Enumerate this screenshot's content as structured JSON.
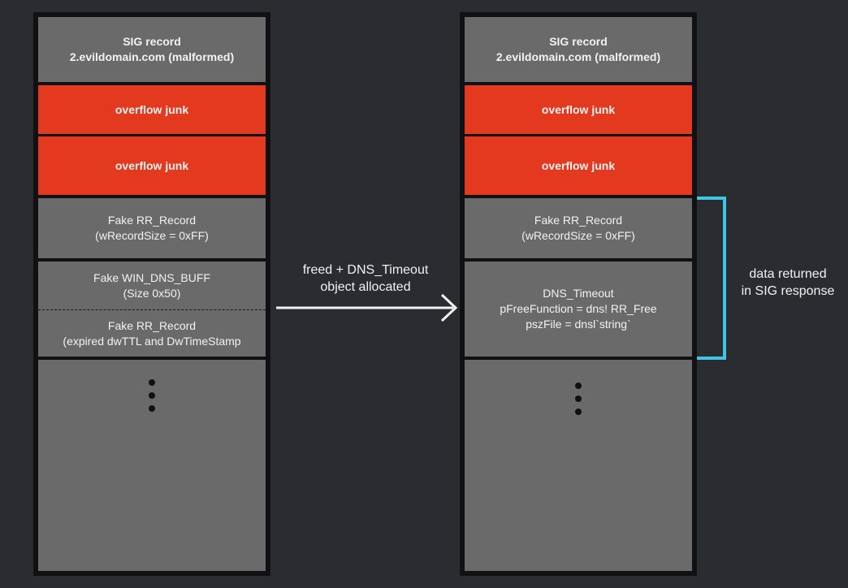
{
  "left_column": {
    "blocks": [
      {
        "lines": [
          "SIG record",
          "2.evildomain.com (malformed)"
        ]
      },
      {
        "lines": [
          "overflow junk"
        ]
      },
      {
        "lines": [
          "overflow junk"
        ]
      },
      {
        "lines": [
          "Fake RR_Record",
          "(wRecordSize = 0xFF)"
        ]
      },
      {
        "lines": [
          "Fake WIN_DNS_BUFF",
          "(Size 0x50)"
        ]
      },
      {
        "lines": [
          "Fake RR_Record",
          "(expired dwTTL and DwTimeStamp"
        ]
      }
    ]
  },
  "right_column": {
    "blocks": [
      {
        "lines": [
          "SIG record",
          "2.evildomain.com (malformed)"
        ]
      },
      {
        "lines": [
          "overflow junk"
        ]
      },
      {
        "lines": [
          "overflow junk"
        ]
      },
      {
        "lines": [
          "Fake RR_Record",
          "(wRecordSize = 0xFF)"
        ]
      },
      {
        "lines": [
          "DNS_Timeout",
          "pFreeFunction = dns! RR_Free",
          "pszFile = dnsl`string`"
        ]
      }
    ]
  },
  "arrow": {
    "lines": [
      "freed + DNS_Timeout",
      "object allocated"
    ]
  },
  "bracket_label": {
    "lines": [
      "data returned",
      "in SIG response"
    ]
  },
  "colors": {
    "background": "#2b2c30",
    "block_gray": "#6a6a6a",
    "block_red": "#e2391f",
    "bracket": "#3ec6e6",
    "arrow": "#f2f2f2"
  }
}
